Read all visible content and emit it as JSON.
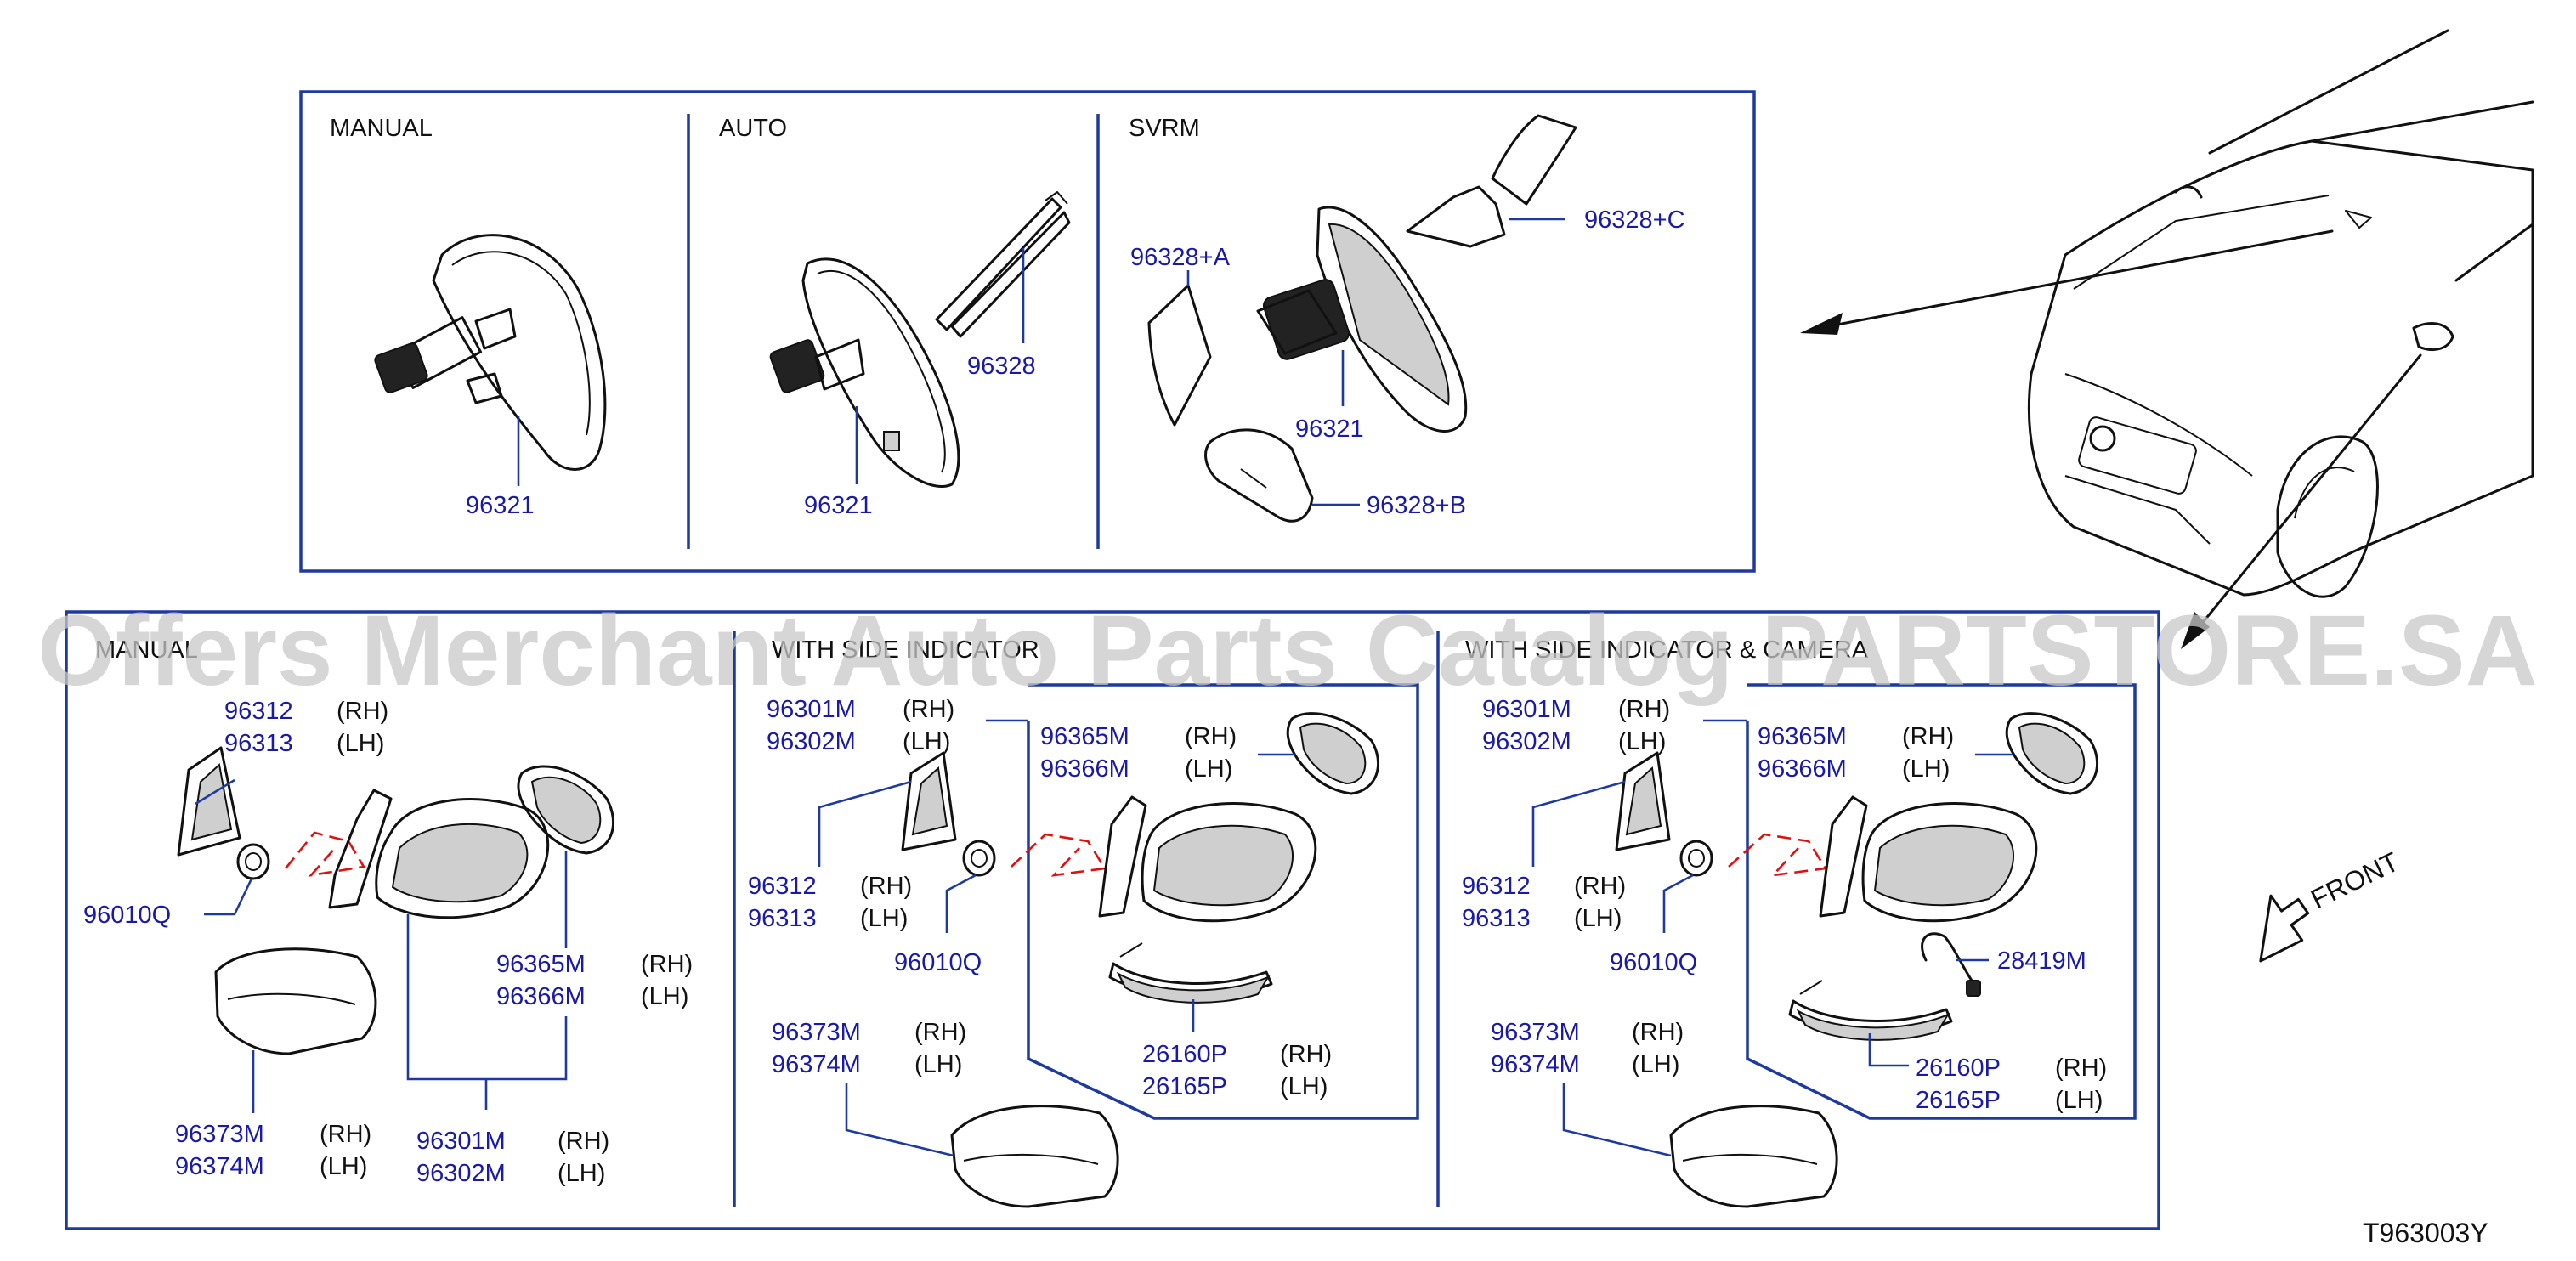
{
  "diagram": {
    "code": "T963003Y",
    "front_label": "FRONT",
    "watermark": "Offers Merchant Auto Parts Catalog PARTSTORE.SA",
    "rearview": {
      "manual": {
        "heading": "MANUAL",
        "part": "96321"
      },
      "auto": {
        "heading": "AUTO",
        "part_bracket": "96328",
        "part_mirror": "96321"
      },
      "svrm": {
        "heading": "SVRM",
        "part_a": "96328+A",
        "part_c": "96328+C",
        "part_mirror": "96321",
        "part_b": "96328+B"
      }
    },
    "door_mirror": {
      "manual": {
        "heading": "MANUAL",
        "corner_rh": "96312",
        "corner_lh": "96313",
        "grommet": "96010Q",
        "glass_rh": "96365M",
        "glass_lh": "96366M",
        "cover_rh": "96373M",
        "cover_lh": "96374M",
        "assy_rh": "96301M",
        "assy_lh": "96302M"
      },
      "indicator": {
        "heading": "WITH SIDE INDICATOR",
        "assy_rh": "96301M",
        "assy_lh": "96302M",
        "glass_rh": "96365M",
        "glass_lh": "96366M",
        "corner_rh": "96312",
        "corner_lh": "96313",
        "grommet": "96010Q",
        "cover_rh": "96373M",
        "cover_lh": "96374M",
        "lamp_rh": "26160P",
        "lamp_lh": "26165P"
      },
      "camera": {
        "heading": "WITH SIDE INDICATOR & CAMERA",
        "assy_rh": "96301M",
        "assy_lh": "96302M",
        "glass_rh": "96365M",
        "glass_lh": "96366M",
        "corner_rh": "96312",
        "corner_lh": "96313",
        "grommet": "96010Q",
        "camera": "28419M",
        "cover_rh": "96373M",
        "cover_lh": "96374M",
        "lamp_rh": "26160P",
        "lamp_lh": "26165P"
      }
    },
    "side_rh": "(RH)",
    "side_lh": "(LH)"
  }
}
